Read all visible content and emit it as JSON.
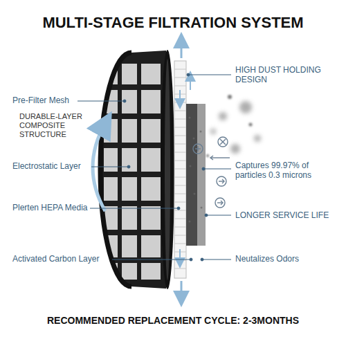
{
  "diagram": {
    "title": "MULTI-STAGE FILTRATION SYSTEM",
    "caption": "RECOMMENDED REPLACEMENT CYCLE: 2-3MONTHS",
    "labels": [
      "Pre-Filter Mesh",
      "DURABLE-LAYER COMPOSITE STRUCTURE",
      "Electrostatic Layer",
      "Plerten HEPA Media",
      "Activated Carbon Layer",
      "HIGH DUST HOLDING DESIGN",
      "Captures 99.97% of particles 0.3 microns",
      "LONGER SERVICE LIFE",
      "Neutalizes Odors"
    ]
  }
}
